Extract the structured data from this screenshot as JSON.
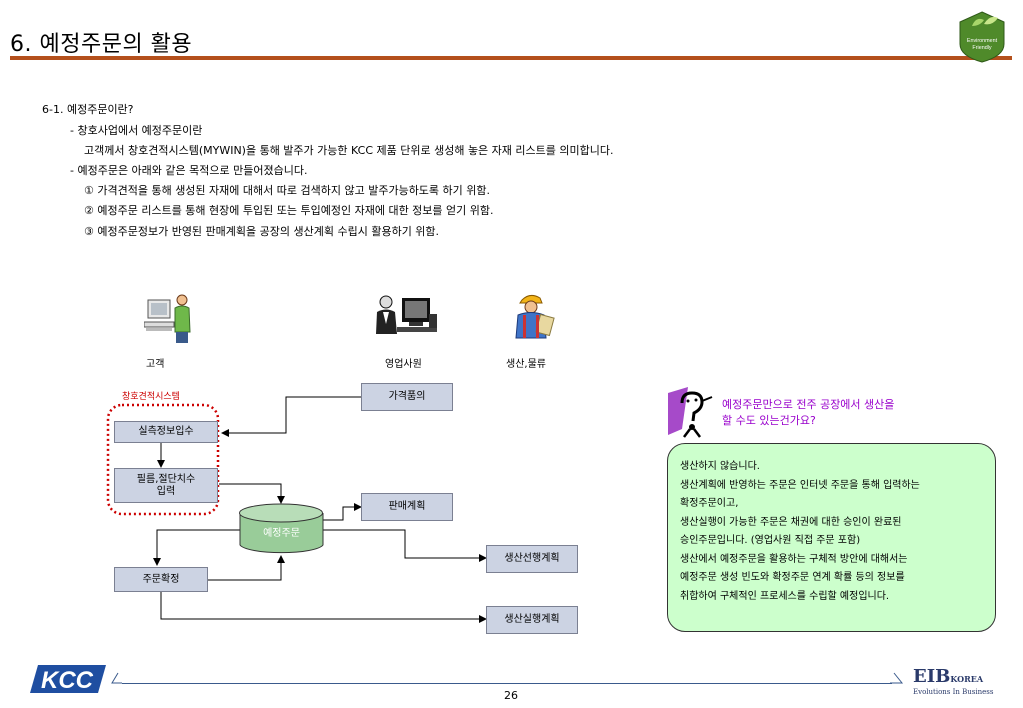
{
  "page": {
    "title": "6. 예정주문의 활용",
    "badge_text": [
      "Environment",
      "Friendly"
    ],
    "number": "26"
  },
  "section": {
    "heading": "6-1. 예정주문이란?",
    "lines": [
      "- 창호사업에서 예정주문이란",
      "고객께서 창호견적시스템(MYWIN)을 통해 발주가 가능한 KCC 제품 단위로 생성해 놓은 자재 리스트를 의미합니다.",
      "- 예정주문은 아래와 같은 목적으로 만들어졌습니다.",
      "① 가격견적을 통해 생성된 자재에 대해서 따로 검색하지 않고 발주가능하도록 하기 위함.",
      "② 예정주문 리스트를 통해 현장에 투입된 또는 투입예정인 자재에 대한 정보를 얻기 위함.",
      "③ 예정주문정보가 반영된 판매계획을 공장의 생산계획 수립시 활용하기 위함."
    ]
  },
  "diagram": {
    "actors": {
      "customer": "고객",
      "sales": "영업사원",
      "production": "생산,물류"
    },
    "system_label": "창호견적시스템",
    "boxes": {
      "price_inquiry": "가격품의",
      "measurement_input": "실측정보입수",
      "film_cut_input": "필름,절단치수\n입력",
      "planned_order": "예정주문",
      "sales_plan": "판매계획",
      "order_confirm": "주문확정",
      "advance_production": "생산선행계획",
      "actual_production": "생산실행계획"
    }
  },
  "faq": {
    "question": [
      "예정주문만으로 전주 공장에서 생산을",
      "할 수도 있는건가요?"
    ],
    "answer": [
      "생산하지 않습니다.",
      "생산계획에 반영하는 주문은 인터넷 주문을 통해 입력하는",
      "확정주문이고,",
      "생산실행이 가능한 주문은 채권에 대한 승인이 완료된",
      "승인주문입니다. (영업사원 직접 주문 포함)",
      "생산에서 예정주문을 활용하는 구체적 방안에 대해서는",
      "예정주문 생성 빈도와 확정주문 연계 확률 등의 정보를",
      "취합하여 구체적인 프로세스를 수립할 예정입니다."
    ]
  },
  "footer": {
    "kcc_logo": "KCC",
    "eib_logo": "EIB",
    "eib_suffix": "KOREA",
    "eib_tagline": "Evolutions In Business"
  },
  "colors": {
    "title_rule": "#b4501c",
    "box_fill": "#ccd3e3",
    "db_fill": "#99cc99",
    "answer_fill": "#ccffcc",
    "question_text": "#9900cc",
    "system_border": "#cc0000"
  }
}
